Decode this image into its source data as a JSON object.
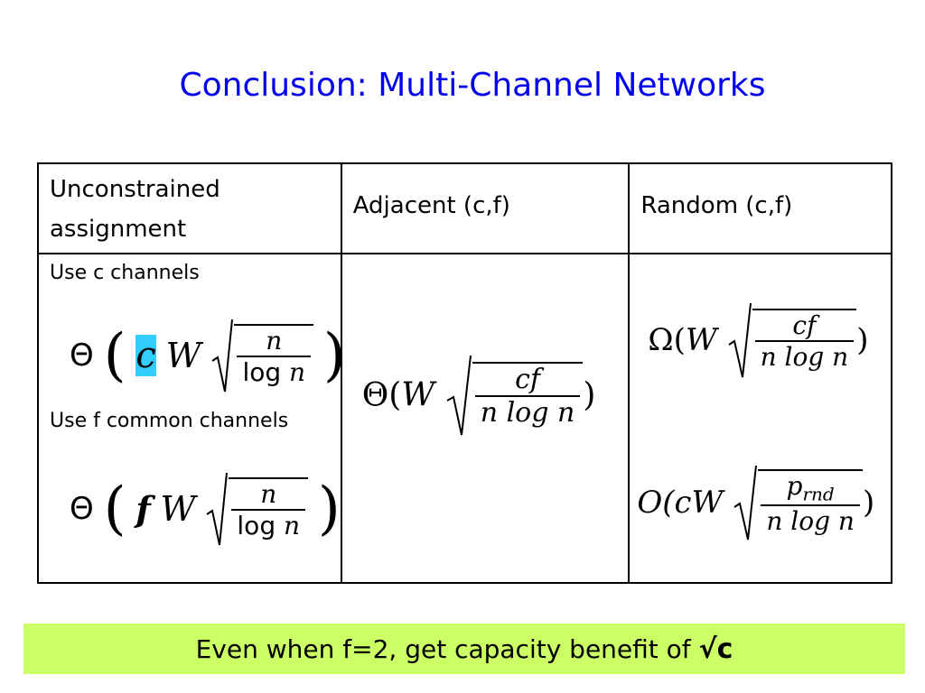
{
  "title": "Conclusion: Multi-Channel Networks",
  "table": {
    "headers": [
      "Unconstrained assignment",
      "Adjacent (c,f)",
      "Random (c,f)"
    ],
    "col1": {
      "label_c": "Use c channels",
      "label_f": "Use f common channels",
      "theta": "Θ",
      "c": "c",
      "f": "f",
      "W": "W",
      "n": "n",
      "log": "log",
      "n2": "n"
    },
    "col2": {
      "theta": "Θ(",
      "W": "W",
      "num": "cf",
      "den": "n log n",
      "close": ")"
    },
    "col3": {
      "omega": "Ω(",
      "W": "W",
      "num": "cf",
      "den": "n log n",
      "close": ")",
      "o": "O(",
      "cW": "cW",
      "num2": "p",
      "num2_sub": "rnd",
      "den2": "n log n",
      "close2": ")"
    }
  },
  "banner": {
    "text": "Even when f=2,   get capacity benefit of",
    "symbol": "√c"
  },
  "colors": {
    "title": "#0000ee",
    "banner": "#ccff66",
    "highlight": "#33ccff"
  }
}
